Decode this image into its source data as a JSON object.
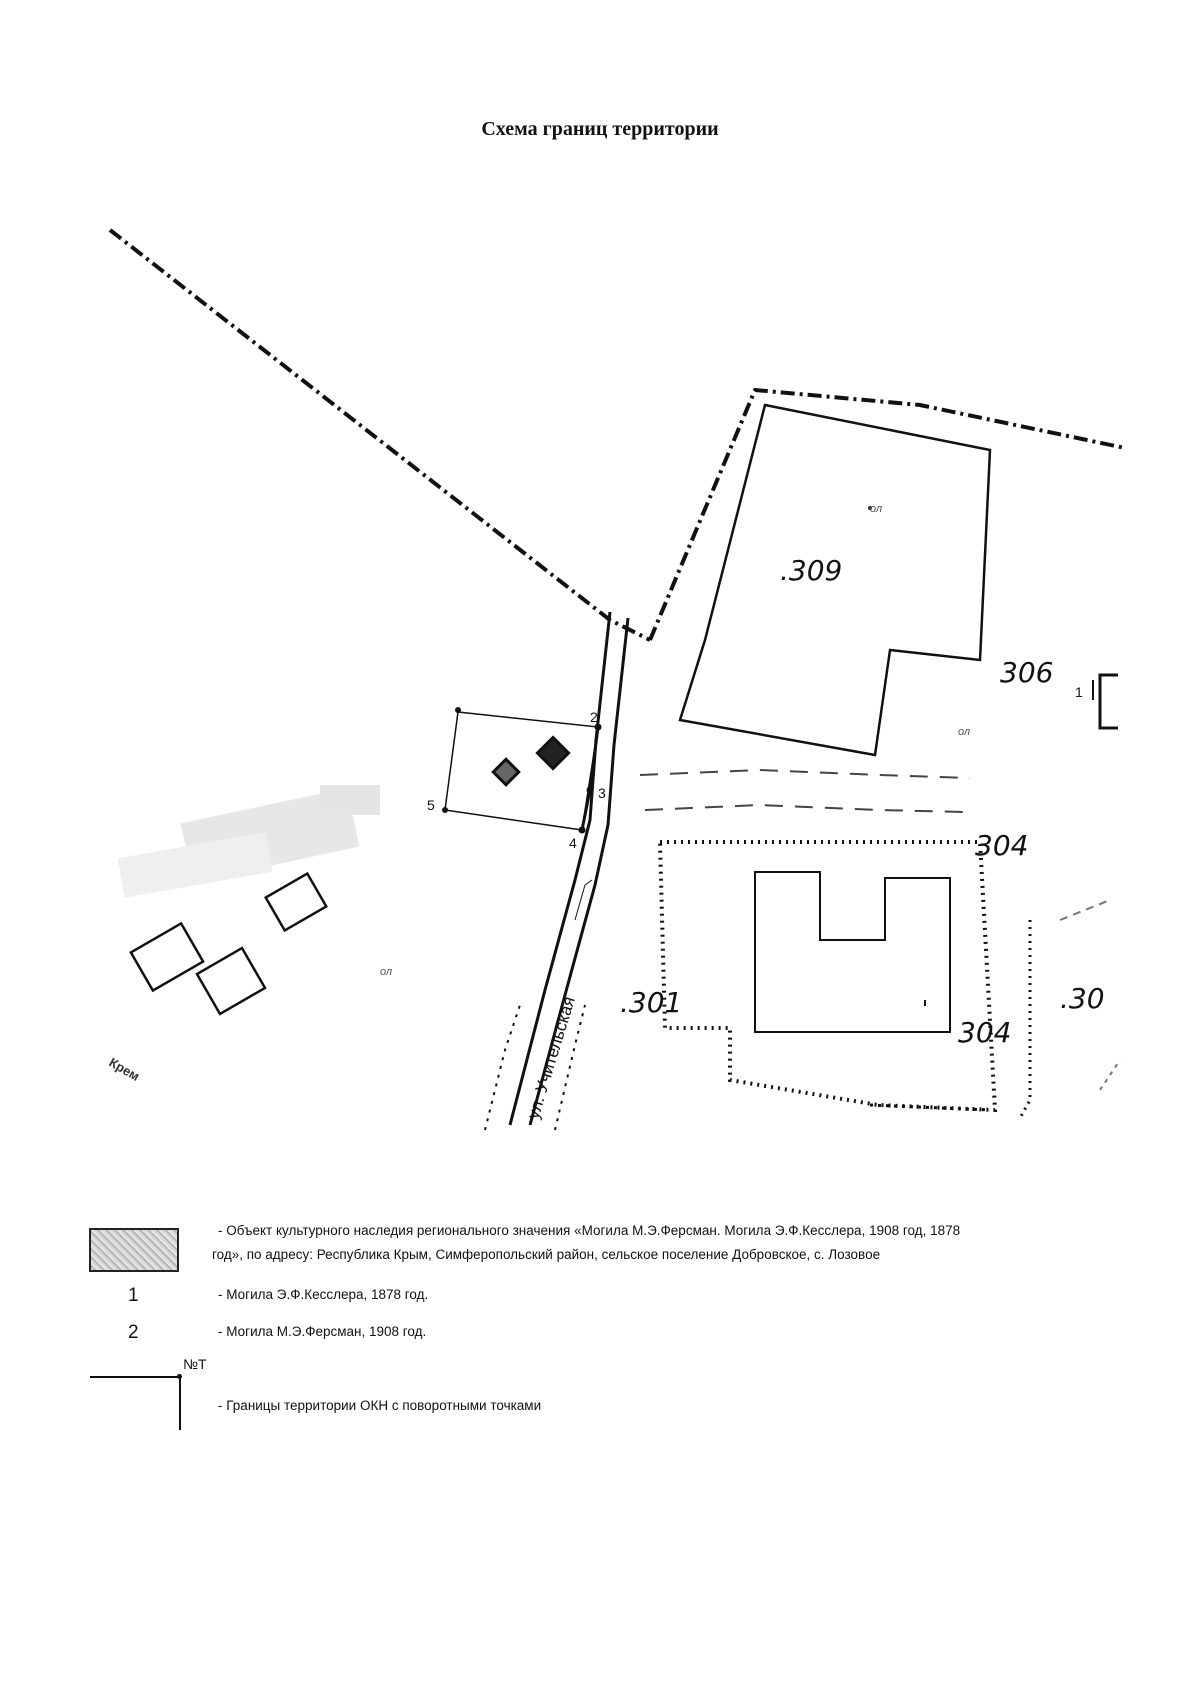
{
  "title": "Схема границ территории",
  "map": {
    "point_labels": [
      "1",
      "2",
      "3",
      "4",
      "5"
    ],
    "parcel_labels": [
      ".309",
      "306",
      "304",
      ".301",
      "304",
      ".30"
    ],
    "street_label": "ул. Учительская",
    "small_label": "Крем"
  },
  "legend": {
    "object_text_1": "- Объект культурного наследия регионального значения «Могила М.Э.Ферсман. Могила Э.Ф.Кесслера, 1908 год, 1878",
    "object_text_2": "год», по адресу: Республика Крым, Симферопольский район, сельское поселение Добровское, с. Лозовое",
    "key_1": "1",
    "item_1": "- Могила Э.Ф.Кесслера, 1878 год.",
    "key_2": "2",
    "item_2": "- Могила М.Э.Ферсман, 1908 год.",
    "nt_label": "№Т",
    "boundary_text": "- Границы территории ОКН с поворотными точками"
  }
}
